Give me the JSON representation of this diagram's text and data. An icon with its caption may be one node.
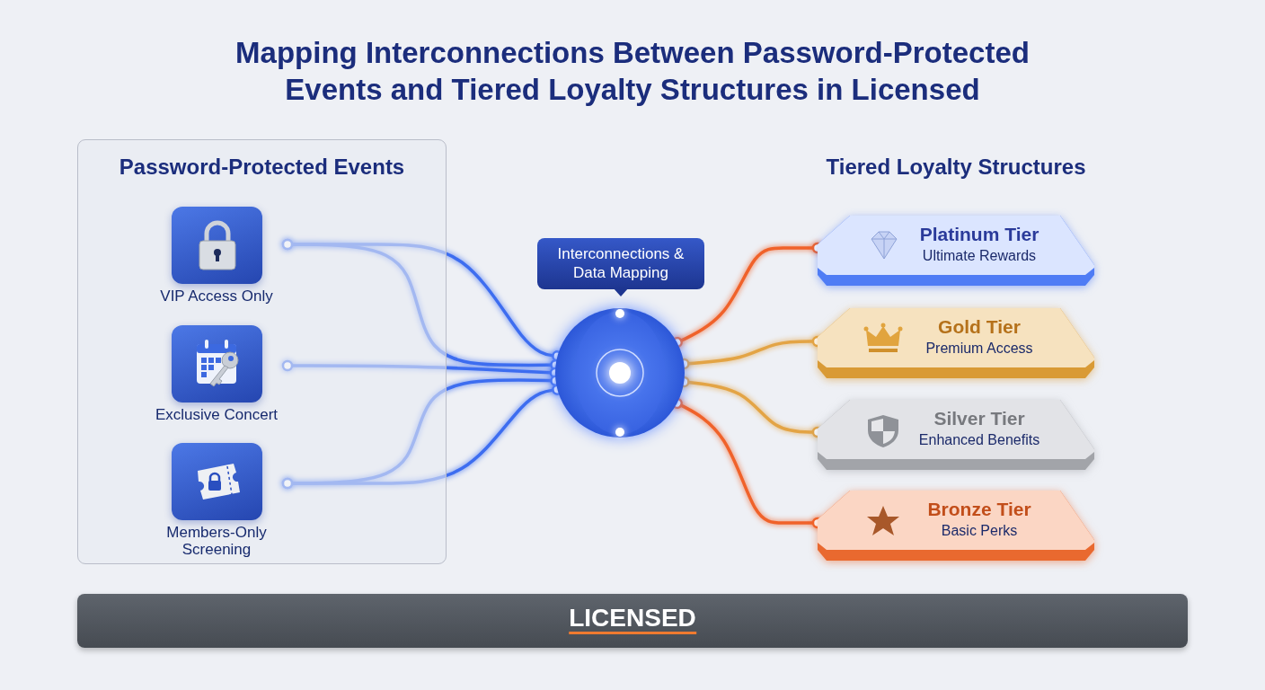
{
  "diagram": {
    "title": "Mapping Interconnections Between Password-Protected Events and Tiered Loyalty Structures in Licensed",
    "nodes": [
      {
        "text": [
          "Password-Protected Events"
        ]
      },
      {
        "text": [
          "VIP Access Only"
        ],
        "in": 0
      },
      {
        "text": [
          "Exclusive Concert"
        ],
        "in": 0
      },
      {
        "text": [
          "Members-Only Screening"
        ],
        "in": 0
      },
      {
        "text": [],
        "shape": "circle",
        "beside": [
          "Interconnections & Data Mapping"
        ]
      },
      {
        "text": [
          "Platinum Tier",
          "Ultimate Rewards"
        ]
      },
      {
        "text": [
          "Gold Tier",
          "Premium Access"
        ]
      },
      {
        "text": [
          "Silver Tier",
          "Enhanced Benefits"
        ]
      },
      {
        "text": [
          "Bronze Tier",
          "Basic Perks"
        ]
      },
      {
        "text": [
          "LICENSED"
        ]
      }
    ],
    "edges": [
      {
        "from": 1,
        "to": 4,
        "arrow": "other"
      },
      {
        "from": 1,
        "to": 4,
        "arrow": "other"
      },
      {
        "from": 2,
        "to": 4,
        "arrow": "other"
      },
      {
        "from": 3,
        "to": 4,
        "arrow": "other"
      },
      {
        "from": 3,
        "to": 4,
        "arrow": "other"
      },
      {
        "from": 4,
        "to": 5,
        "arrow": "other",
        "color": "#f0622a"
      },
      {
        "from": 4,
        "to": 6,
        "arrow": "other",
        "color": "#e3a445"
      },
      {
        "from": 4,
        "to": 7,
        "arrow": "other",
        "color": "#e3a445"
      },
      {
        "from": 4,
        "to": 8,
        "arrow": "other",
        "color": "#f0622a"
      }
    ],
    "labels": [
      "Tiered Loyalty Structures"
    ]
  }
}
